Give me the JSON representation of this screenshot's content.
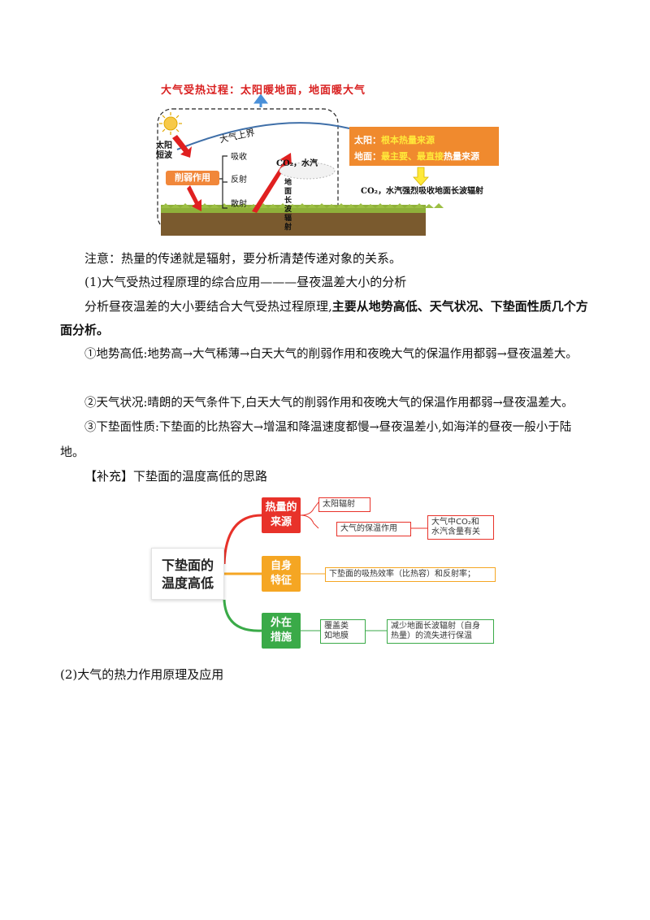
{
  "figure1": {
    "title": "大气受热过程：太阳暖地面，地面暖大气",
    "upper_atmosphere": "大气上界",
    "solar_label": "太阳短波",
    "weakening_box": "削弱作用",
    "branches": [
      "吸收",
      "反射",
      "散射"
    ],
    "co2_label": "CO₂，水汽",
    "ground_label": "地面长波辐射",
    "sun_line_prefix": "太阳：",
    "sun_line_highlight": "根本热量来源",
    "ground_line_prefix": "地面：",
    "ground_line_highlight": "最主要、最直接",
    "ground_line_suffix": "热量来源",
    "co2_absorb": "CO₂，水汽强烈吸收地面长波辐射"
  },
  "paragraphs": {
    "note": "注意：热量的传递就是辐射，要分析清楚传递对象的关系。",
    "sec1_title": "(1)大气受热过程原理的综合应用———昼夜温差大小的分析",
    "analysis_normal": "分析昼夜温差的大小要结合大气受热过程原理,",
    "analysis_bold_1": "主要从地势高低、天气状况、下垫面性质几个方",
    "analysis_bold_2": "面分析。",
    "item1": "①地势高低:地势高→大气稀薄→白天大气的削弱作用和夜晚大气的保温作用都弱→昼夜温差大。",
    "item2": "②天气状况:晴朗的天气条件下,白天大气的削弱作用和夜晚大气的保温作用都弱→昼夜温差大。",
    "item3_1": "③下垫面性质:下垫面的比热容大→增温和降温速度都慢→昼夜温差小,如海洋的昼夜一般小于陆",
    "item3_2": "地。",
    "supplement": "【补充】下垫面的温度高低的思路",
    "sec2_title": "(2)大气的热力作用原理及应用"
  },
  "mindmap": {
    "center": [
      "下垫面的",
      "温度高低"
    ],
    "categories": [
      {
        "lines": [
          "热量的",
          "来源"
        ],
        "color": "#e8322a"
      },
      {
        "lines": [
          "自身",
          "特征"
        ],
        "color": "#f5a623"
      },
      {
        "lines": [
          "外在",
          "措施"
        ],
        "color": "#3aaa48"
      }
    ],
    "leaves": {
      "solar": "太阳辐射",
      "insulation": "大气的保温作用",
      "co2": [
        "大气中CO₂和",
        "水汽含量有关"
      ],
      "absorb": "下垫面的吸热效率（比热容）和反射率；",
      "cover": [
        "覆盖类",
        "如地膜"
      ],
      "reduce": [
        "减少地面长波辐射（自身",
        "热量）的流失进行保温"
      ]
    }
  }
}
